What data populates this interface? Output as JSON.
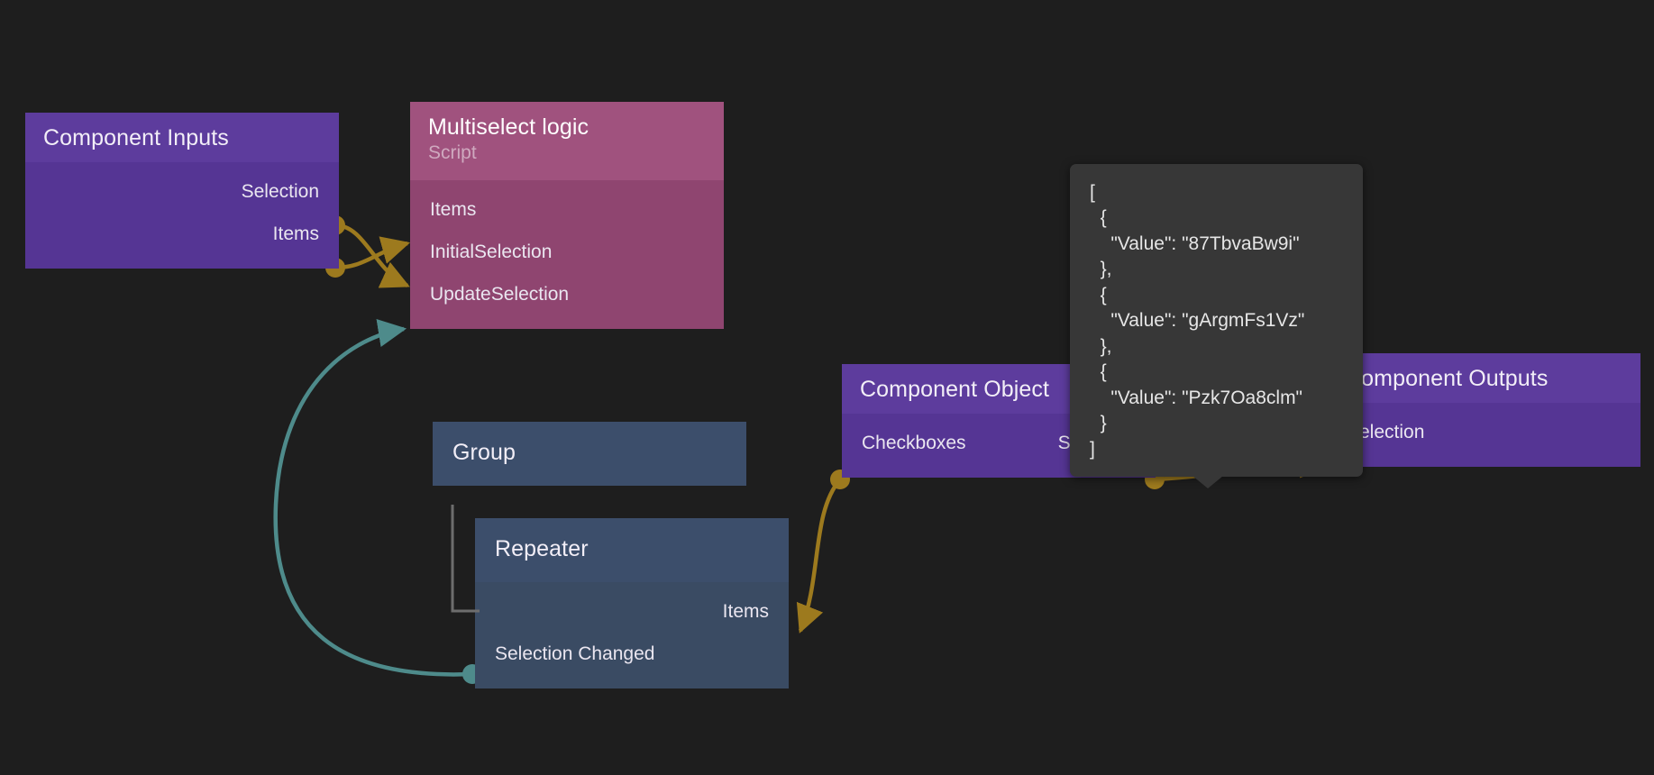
{
  "canvas": {
    "background": "#1e1e1e",
    "wire_data_color": "#9d7a1e",
    "wire_event_color": "#4e8b8b"
  },
  "nodes": [
    {
      "id": "component-inputs",
      "title": "Component Inputs",
      "subtitle": "",
      "outputs": [
        "Selection",
        "Items"
      ],
      "inputs": [],
      "color": "#5d3c9d"
    },
    {
      "id": "multiselect-logic",
      "title": "Multiselect logic",
      "subtitle": "Script",
      "inputs": [
        "Items",
        "InitialSelection",
        "UpdateSelection"
      ],
      "outputs": [],
      "color": "#a0527e"
    },
    {
      "id": "group",
      "title": "Group",
      "subtitle": "",
      "inputs": [],
      "outputs": [],
      "color": "#3c4e6b"
    },
    {
      "id": "repeater",
      "title": "Repeater",
      "subtitle": "",
      "inputs": [
        "Selection Changed"
      ],
      "outputs": [
        "Items"
      ],
      "color": "#3c4e6b"
    },
    {
      "id": "component-object",
      "title": "Component Object",
      "subtitle": "",
      "inputs": [
        "Checkboxes"
      ],
      "outputs": [
        "Selection"
      ],
      "color": "#5d3c9d"
    },
    {
      "id": "component-outputs",
      "title": "Component Outputs",
      "subtitle": "",
      "inputs": [
        "Selection"
      ],
      "outputs": [],
      "color": "#5d3c9d"
    }
  ],
  "tooltip": {
    "text": "[\n  {\n    \"Value\": \"87TbvaBw9i\"\n  },\n  {\n    \"Value\": \"gArgmFs1Vz\"\n  },\n  {\n    \"Value\": \"Pzk7Oa8clm\"\n  }\n]",
    "values": [
      "87TbvaBw9i",
      "gArgmFs1Vz",
      "Pzk7Oa8clm"
    ],
    "key": "Value"
  },
  "connections": [
    {
      "from": "component-inputs.Selection",
      "to": "multiselect-logic.InitialSelection",
      "kind": "data"
    },
    {
      "from": "component-inputs.Items",
      "to": "multiselect-logic.Items",
      "kind": "data"
    },
    {
      "from": "repeater.Selection Changed",
      "to": "multiselect-logic.UpdateSelection",
      "kind": "event"
    },
    {
      "from": "component-object.Checkboxes",
      "to": "repeater.Items",
      "kind": "data"
    },
    {
      "from": "component-object.Selection",
      "to": "component-outputs.Selection",
      "kind": "data"
    }
  ]
}
